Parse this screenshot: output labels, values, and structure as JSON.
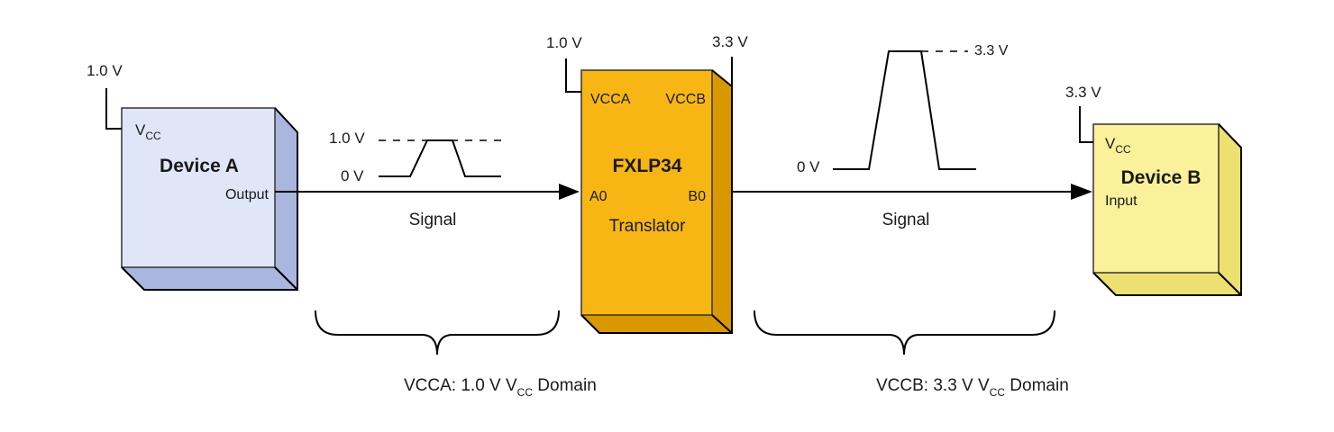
{
  "device_a": {
    "supply": "1.0 V",
    "vcc_main": "V",
    "vcc_sub": "CC",
    "title": "Device A",
    "pin": "Output",
    "color_front": "#dfe6f8",
    "color_side": "#a9b6de"
  },
  "translator": {
    "vcca_supply": "1.0 V",
    "vccb_supply": "3.3 V",
    "vcca_pin": "VCCA",
    "vccb_pin": "VCCB",
    "title": "FXLP34",
    "pin_a": "A0",
    "pin_b": "B0",
    "subtitle": "Translator",
    "color_front": "#f7b614",
    "color_side": "#d99700"
  },
  "device_b": {
    "supply": "3.3 V",
    "vcc_main": "V",
    "vcc_sub": "CC",
    "title": "Device B",
    "pin": "Input",
    "color_front": "#fbf19a",
    "color_side": "#ede070"
  },
  "signal_a": {
    "high": "1.0 V",
    "low": "0 V",
    "label": "Signal"
  },
  "signal_b": {
    "high": "3.3 V",
    "low": "0 V",
    "label": "Signal"
  },
  "domain_a": {
    "prefix": "VCCA:  1.0 V V",
    "sub": "CC",
    "suffix": " Domain"
  },
  "domain_b": {
    "prefix": "VCCB:  3.3 V V",
    "sub": "CC",
    "suffix": " Domain"
  }
}
